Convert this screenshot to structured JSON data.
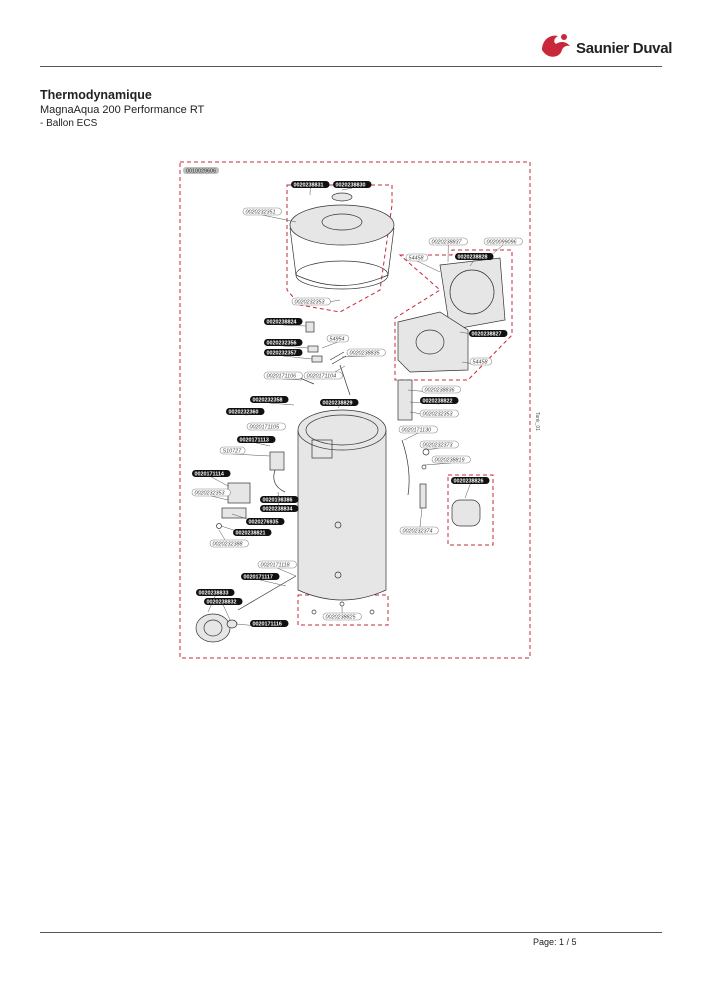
{
  "brand": {
    "name": "Saunier Duval",
    "color": "#c8283a"
  },
  "header": {
    "title": "Thermodynamique",
    "subtitle": "MagnaAqua 200 Performance RT",
    "section": "- Ballon ECS"
  },
  "footer": {
    "page": "Page: 1 / 5"
  },
  "diagram": {
    "frame_color": "#c8283a",
    "assembly_ref": "0010029606",
    "side_label": "Tank_01",
    "labels": [
      {
        "text": "0020238831",
        "style": "black"
      },
      {
        "text": "0020238830",
        "style": "black"
      },
      {
        "text": "0020232351",
        "style": "white"
      },
      {
        "text": "0020232353",
        "style": "white"
      },
      {
        "text": "0020238837",
        "style": "white"
      },
      {
        "text": "0020099096",
        "style": "white"
      },
      {
        "text": "54458",
        "style": "white"
      },
      {
        "text": "0020238828",
        "style": "black"
      },
      {
        "text": "0020238827",
        "style": "black"
      },
      {
        "text": "54458",
        "style": "white"
      },
      {
        "text": "0020238824",
        "style": "black"
      },
      {
        "text": "54954",
        "style": "white"
      },
      {
        "text": "0020232356",
        "style": "black"
      },
      {
        "text": "0020232357",
        "style": "black"
      },
      {
        "text": "0020238835",
        "style": "white"
      },
      {
        "text": "0020171106",
        "style": "white"
      },
      {
        "text": "0020171104",
        "style": "white"
      },
      {
        "text": "0020238836",
        "style": "white"
      },
      {
        "text": "0020232358",
        "style": "black"
      },
      {
        "text": "0020238829",
        "style": "black"
      },
      {
        "text": "0020238822",
        "style": "black"
      },
      {
        "text": "0020232360",
        "style": "black"
      },
      {
        "text": "0020232353",
        "style": "white"
      },
      {
        "text": "0020171105",
        "style": "white"
      },
      {
        "text": "0020171130",
        "style": "white"
      },
      {
        "text": "0020171113",
        "style": "black"
      },
      {
        "text": "0020232373",
        "style": "white"
      },
      {
        "text": "S10727",
        "style": "white"
      },
      {
        "text": "0020238819",
        "style": "white"
      },
      {
        "text": "0020171114",
        "style": "black"
      },
      {
        "text": "0020238826",
        "style": "black"
      },
      {
        "text": "0020232353",
        "style": "white"
      },
      {
        "text": "0020198386",
        "style": "black"
      },
      {
        "text": "0020238834",
        "style": "black"
      },
      {
        "text": "0020276935",
        "style": "black"
      },
      {
        "text": "0020232374",
        "style": "white"
      },
      {
        "text": "0020238821",
        "style": "black"
      },
      {
        "text": "0020232388",
        "style": "white"
      },
      {
        "text": "0020171118",
        "style": "white"
      },
      {
        "text": "0020171117",
        "style": "black"
      },
      {
        "text": "0020238833",
        "style": "black"
      },
      {
        "text": "0020238832",
        "style": "black"
      },
      {
        "text": "0020238825",
        "style": "white"
      },
      {
        "text": "0020171116",
        "style": "black"
      }
    ]
  }
}
